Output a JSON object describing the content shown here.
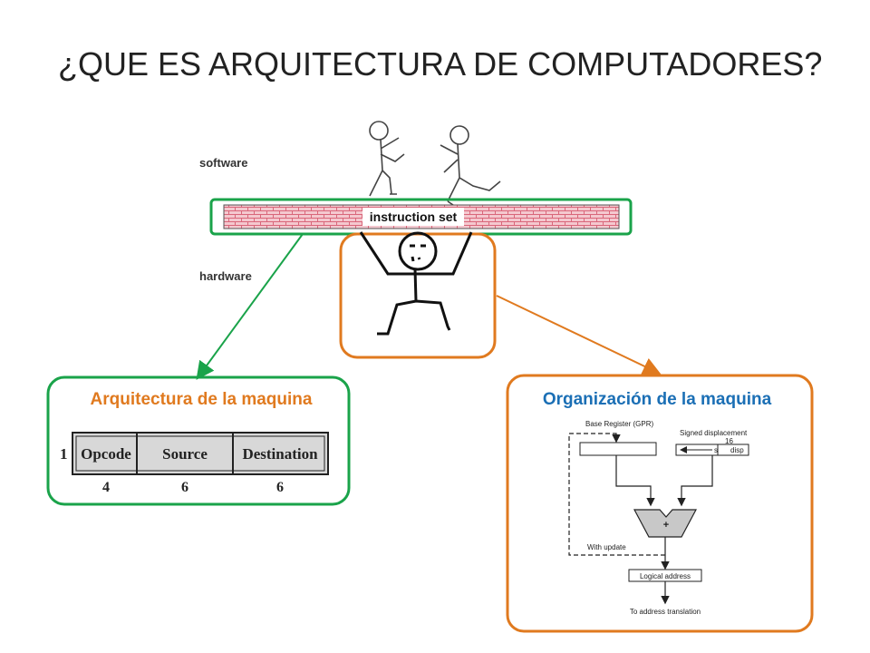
{
  "title": "¿QUE ES ARQUITECTURA DE COMPUTADORES?",
  "layers": {
    "software": "software",
    "hardware": "hardware",
    "instruction_set": "instruction set"
  },
  "left_box": {
    "title": "Arquitectura de la maquina",
    "row_number": "1",
    "fields": [
      {
        "name": "Opcode",
        "bits": "4"
      },
      {
        "name": "Source",
        "bits": "6"
      },
      {
        "name": "Destination",
        "bits": "6"
      }
    ]
  },
  "right_box": {
    "title": "Organización de la maquina",
    "base_register": "Base Register (GPR)",
    "signed_displacement": "Signed displacement",
    "disp_bits": "16",
    "s_label": "s",
    "disp_label": "disp",
    "adder": "+",
    "with_update": "With update",
    "logical_address": "Logical address",
    "to_address_translation": "To address translation"
  },
  "colors": {
    "green": "#1aa34a",
    "orange": "#e07a1f",
    "brick": "#f4c8cf",
    "brick_line": "#d9667a"
  }
}
